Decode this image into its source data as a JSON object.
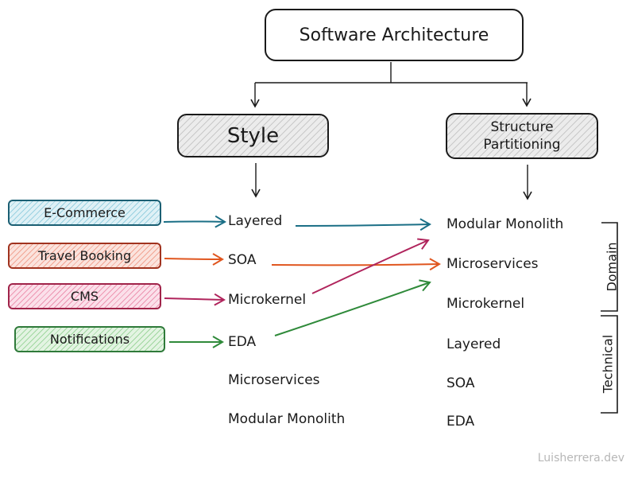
{
  "root": {
    "title": "Software Architecture"
  },
  "style": {
    "title": "Style"
  },
  "structure": {
    "title_line1": "Structure",
    "title_line2": "Partitioning"
  },
  "systems": [
    "E-Commerce",
    "Travel Booking",
    "CMS",
    "Notifications"
  ],
  "style_items": [
    "Layered",
    "SOA",
    "Microkernel",
    "EDA",
    "Microservices",
    "Modular Monolith"
  ],
  "structure_items": [
    "Modular Monolith",
    "Microservices",
    "Microkernel",
    "Layered",
    "SOA",
    "EDA"
  ],
  "groups": {
    "domain": "Domain",
    "technical": "Technical"
  },
  "watermark": "Luisherrera.dev",
  "colors": {
    "teal": "#1b6f86",
    "orange": "#e0561f",
    "crimson": "#b0245c",
    "green": "#2f8a3a",
    "ink": "#1a1a1a"
  }
}
